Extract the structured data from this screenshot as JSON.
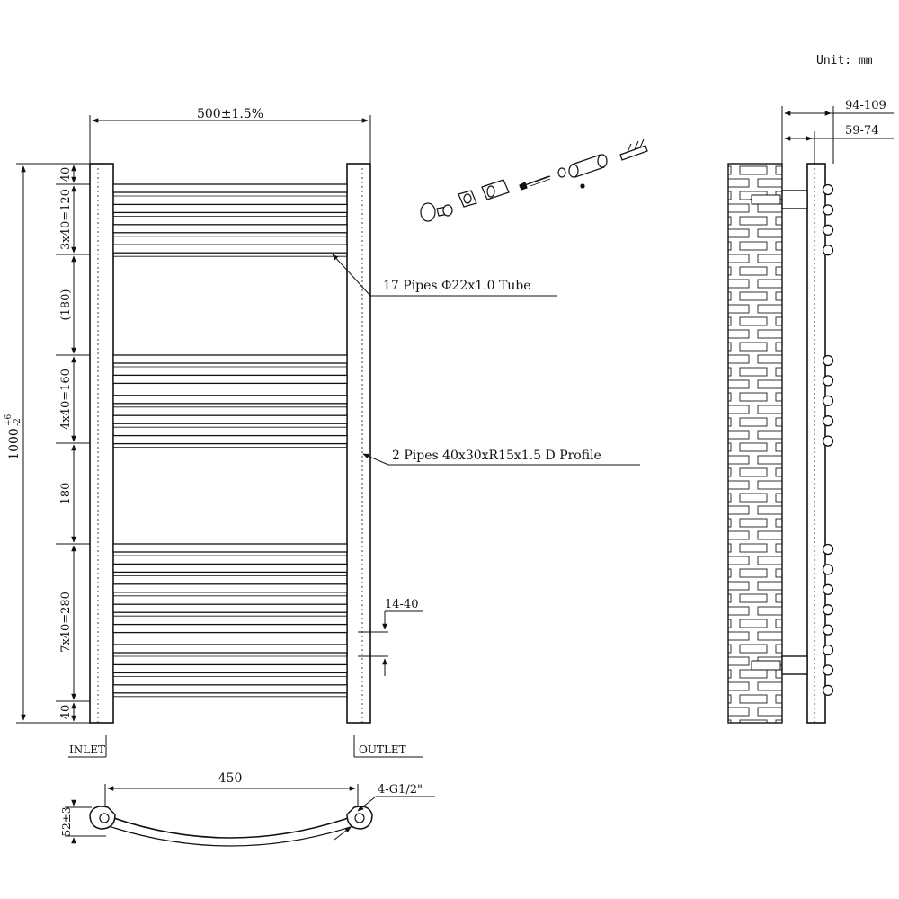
{
  "unit_label": "Unit: mm",
  "front_view": {
    "overall_width": "500±1.5%",
    "overall_height_base": "1000",
    "overall_height_tol_upper": "+6",
    "overall_height_tol_lower": "-2",
    "dims_left": [
      "40",
      "3x40=120",
      "(180)",
      "4x40=160",
      "180",
      "7x40=280",
      "40"
    ],
    "offset_dim": "14-40",
    "callout_pipes": "17 Pipes Φ22x1.0 Tube",
    "callout_profile": "2 Pipes 40x30xR15x1.5 D Profile",
    "inlet_label": "INLET",
    "outlet_label": "OUTLET"
  },
  "side_view": {
    "dim_outer": "94-109",
    "dim_inner": "59-74"
  },
  "bottom_view": {
    "width_dim": "450",
    "depth_dim": "52±3",
    "connection_label": "4-G1/2\""
  },
  "rails": {
    "count": 17,
    "groups": [
      4,
      5,
      8
    ]
  }
}
